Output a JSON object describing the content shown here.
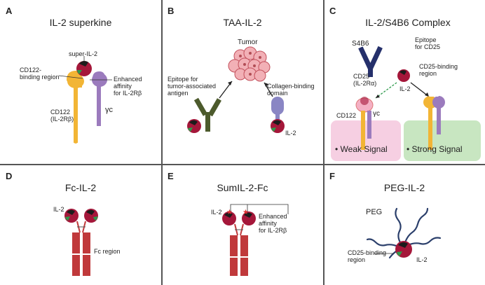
{
  "panels": {
    "A": {
      "letter": "A",
      "title": "IL-2 superkine",
      "super": "super-IL-2",
      "cd122_region": "CD122-\nbinding region",
      "enhanced": "Enhanced\naffinity\nfor IL-2Rβ",
      "cd122": "CD122\n(IL-2Rβ)",
      "gamma": "γc"
    },
    "B": {
      "letter": "B",
      "title": "TAA-IL-2",
      "tumor": "Tumor",
      "epitope": "Epitope for\ntumor-associated\nantigen",
      "collagen": "Collagen-binding\ndomain",
      "il2": "IL-2"
    },
    "C": {
      "letter": "C",
      "title": "IL-2/S4B6 Complex",
      "s4b6": "S4B6",
      "epitope": "Epitope\nfor CD25",
      "cd25_region": "CD25-binding\nregion",
      "cd25": "CD25\n(IL-2Rα)",
      "il2": "IL-2",
      "cd122": "CD122",
      "gamma": "γc",
      "weak": "• Weak Signal",
      "strong": "• Strong Signal"
    },
    "D": {
      "letter": "D",
      "title": "Fc-IL-2",
      "il2": "IL-2",
      "fc": "Fc region"
    },
    "E": {
      "letter": "E",
      "title": "SumIL-2-Fc",
      "il2": "IL-2",
      "enhanced": "Enhanced\naffinity\nfor IL-2Rβ"
    },
    "F": {
      "letter": "F",
      "title": "PEG-IL-2",
      "peg": "PEG",
      "cd25_region": "CD25-binding\nregion",
      "il2": "IL-2"
    }
  },
  "colors": {
    "il2_red": "#a5173a",
    "il2_green": "#2e9a4b",
    "il2_dark": "#1c1c1c",
    "cd122_yellow": "#f2b535",
    "gamma_purple": "#9b7bbd",
    "antibody_green": "#4c5a2c",
    "antibody_navy": "#25306b",
    "collagen_lilac": "#8a86c4",
    "fc_red": "#c0393b",
    "peg_navy": "#2b3f6b",
    "weak_pink": "#f6cfe2",
    "strong_green": "#c8e6c1"
  }
}
